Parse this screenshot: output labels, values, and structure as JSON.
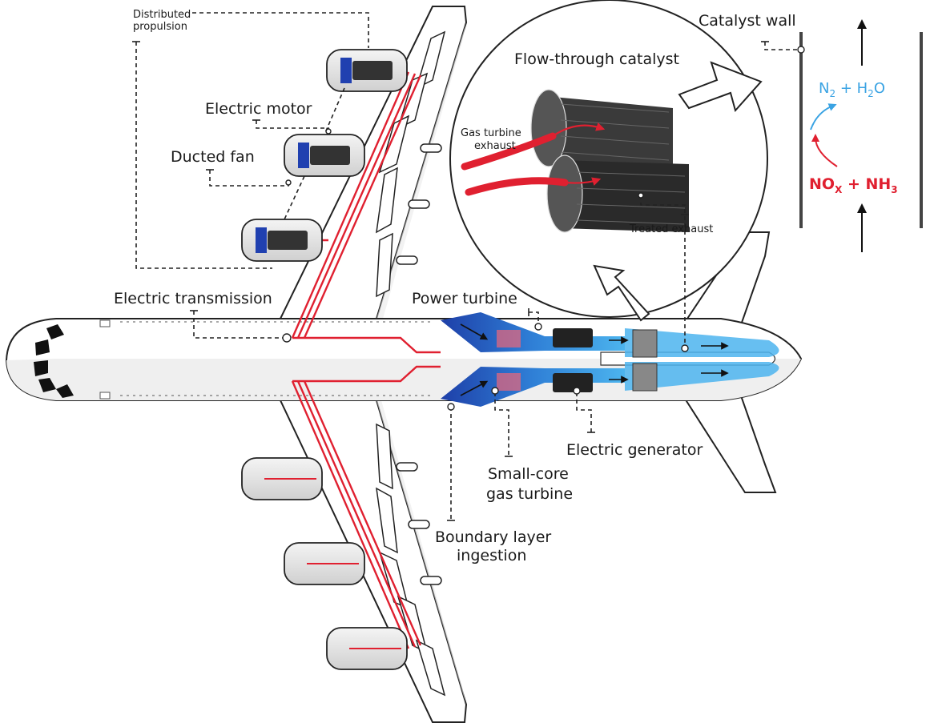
{
  "labels": {
    "distributed_propulsion_1": "Distributed",
    "distributed_propulsion_2": "propulsion",
    "electric_motor": "Electric motor",
    "ducted_fan": "Ducted fan",
    "electric_transmission": "Electric transmission",
    "power_turbine": "Power turbine",
    "electric_generator": "Electric generator",
    "small_core_1": "Small-core",
    "small_core_2": "gas turbine",
    "boundary_layer_1": "Boundary layer",
    "boundary_layer_2": "ingestion",
    "flow_through_catalyst": "Flow-through catalyst",
    "gas_turbine_exhaust_1": "Gas turbine",
    "gas_turbine_exhaust_2": "exhaust",
    "treated_exhaust": "Treated exhaust",
    "catalyst_wall": "Catalyst wall"
  },
  "chemistry": {
    "products": {
      "n": "N",
      "n_sub": "2",
      "plus_h": " + H",
      "h_sub": "2",
      "o": "O"
    },
    "reactants": {
      "no": "NO",
      "no_sub": "X",
      "plus_nh": " + NH",
      "nh_sub": "3"
    }
  },
  "colors": {
    "wire": "#e02030",
    "flow": "#3aa3e3",
    "outline": "#222222"
  }
}
